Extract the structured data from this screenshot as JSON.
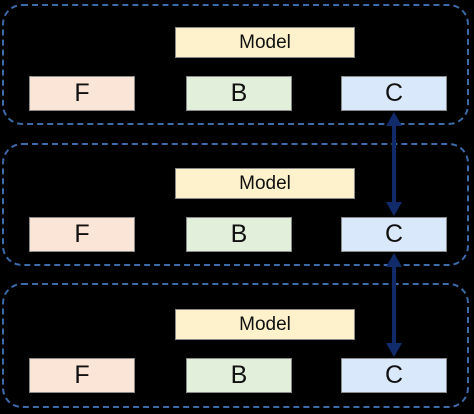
{
  "colors": {
    "background": "#000000",
    "group_border": "#3d6aa8",
    "model_fill": "#fdf2cc",
    "f_fill": "#fbe5d6",
    "b_fill": "#e2efda",
    "c_fill": "#dae8fc",
    "arrow": "#102a6a"
  },
  "groups": [
    {
      "model": "Model",
      "f": "F",
      "b": "B",
      "c": "C"
    },
    {
      "model": "Model",
      "f": "F",
      "b": "B",
      "c": "C"
    },
    {
      "model": "Model",
      "f": "F",
      "b": "B",
      "c": "C"
    }
  ]
}
